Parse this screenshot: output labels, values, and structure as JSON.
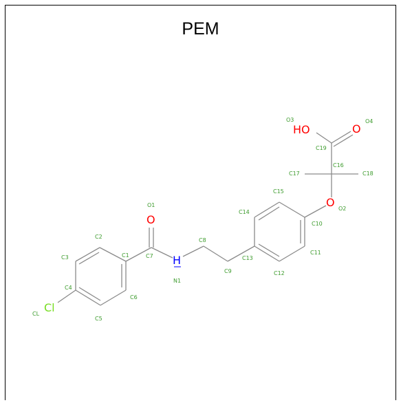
{
  "title": "PEM",
  "colors": {
    "bond": "#8a8a8a",
    "atom_label": "#3a9a2a",
    "oxygen": "#ff0000",
    "nitrogen": "#0000ff",
    "chlorine": "#77dd22"
  },
  "elements": {
    "O1": "O",
    "O2": "O",
    "O3": "HO",
    "O4": "O",
    "N1": "H",
    "CL": "Cl"
  },
  "atom_labels": {
    "C1": "C1",
    "C2": "C2",
    "C3": "C3",
    "C4": "C4",
    "C5": "C5",
    "C6": "C6",
    "C7": "C7",
    "C8": "C8",
    "C9": "C9",
    "C10": "C10",
    "C11": "C11",
    "C12": "C12",
    "C13": "C13",
    "C14": "C14",
    "C15": "C15",
    "C16": "C16",
    "C17": "C17",
    "C18": "C18",
    "C19": "C19",
    "O1": "O1",
    "O2": "O2",
    "O3": "O3",
    "O4": "O4",
    "N1": "N1",
    "CL": "CL"
  }
}
